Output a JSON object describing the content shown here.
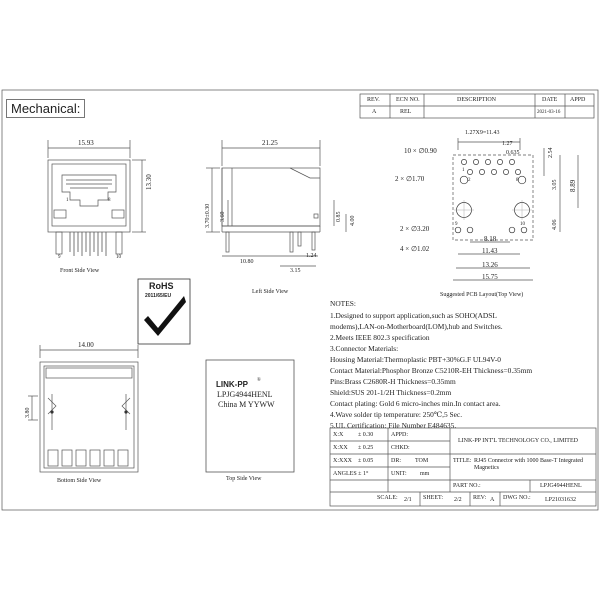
{
  "header": {
    "title": "Mechanical:"
  },
  "revision_table": {
    "headers": [
      "REV.",
      "ECN NO.",
      "DESCRIPTION",
      "DATE",
      "APPD"
    ],
    "row": [
      "A",
      "REL",
      "",
      "2021-03-16",
      ""
    ]
  },
  "front_view": {
    "width": "15.93",
    "height": "13.30",
    "pin1": "1",
    "pin8": "8",
    "pin9": "9",
    "pin10": "10",
    "caption": "Front Side View"
  },
  "left_view": {
    "length": "21.25",
    "h1": "3.70±0.30",
    "h2": "3.60",
    "h3": "0.85",
    "h4": "4.00",
    "w1": "10.80",
    "w2": "1.24",
    "w3": "3.15",
    "caption": "Left Side View"
  },
  "pcb_layout": {
    "pitch": "1.27X9=11.43",
    "p127": "1.27",
    "p0635": "0.635",
    "p254": "2.54",
    "holes10": "10 × ∅0.90",
    "holes2": "2 × ∅1.70",
    "holes_b": "2 × ∅3.20",
    "holes_c": "4 × ∅1.02",
    "v305": "3.05",
    "v889": "8.89",
    "v406": "4.06",
    "h818": "8.18",
    "h1143": "11.43",
    "h1326": "13.26",
    "h1575": "15.75",
    "pin_labels": [
      "1",
      "2",
      "9",
      "10",
      "8"
    ],
    "caption": "Suggested PCB Layout(Top View)"
  },
  "rohs": {
    "label": "RoHS",
    "sub": "2011/65/EU"
  },
  "bottom_view": {
    "width": "14.00",
    "height": "3.80",
    "caption": "Bottom Side View"
  },
  "top_view": {
    "brand": "LINK-PP",
    "reg": "®",
    "part": "LPJG4944HENL",
    "origin": "China M YYWW",
    "caption": "Top Side View"
  },
  "notes": {
    "title": "NOTES:",
    "lines": [
      "1.Designed to support application,such as SOHO(ADSL",
      "   modems),LAN-on-Motherboard(LOM),hub and Switches.",
      "2.Meets IEEE 802.3 specification",
      "3.Connector Materials:",
      "   Housing Material:Thermoplastic PBT+30%G.F UL94V-0",
      "   Contact Material:Phosphor Bronze C5210R-EH Thickness=0.35mm",
      "   Pins:Brass C2680R-H  Thickness=0.35mm",
      "   Shield:SUS 201-1/2H Thickness=0.2mm",
      "   Contact plating: Gold 6 micro-inches min.In contact area.",
      "4.Wave solder tip temperature: 250℃,5 Sec.",
      "5.UL Certification: File Number E484635."
    ]
  },
  "title_block": {
    "tol_x": "X:X",
    "tol_x_v": "± 0.30",
    "tol_xx": "X:XX",
    "tol_xx_v": "± 0.25",
    "tol_xxx": "X:XXX",
    "tol_xxx_v": "± 0.05",
    "angles": "ANGLES ± 1°",
    "appd": "APPD:",
    "chkd": "CHKD:",
    "dr": "DR:",
    "dr_v": "TOM",
    "unit": "UNIT:",
    "unit_v": "mm",
    "company": "LINK-PP INT'L TECHNOLOGY CO., LIMITED",
    "title_label": "TITLE:",
    "title_v": "RJ45 Connector with 1000 Base-T Integrated Magnetics",
    "part_label": "PART NO.:",
    "part_v": "LPJG4944HENL",
    "scale": "SCALE:",
    "scale_v": "2/1",
    "sheet": "SHEET:",
    "sheet_v": "2/2",
    "rev": "REV:",
    "rev_v": "A",
    "dwg": "DWG NO.:",
    "dwg_v": "LP21031632"
  }
}
